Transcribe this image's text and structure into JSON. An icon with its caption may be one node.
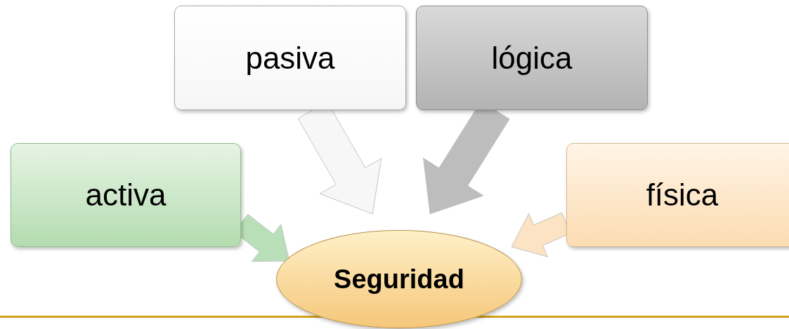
{
  "diagram": {
    "nodes": [
      {
        "text": [
          "pasiva"
        ]
      },
      {
        "text": [
          "lógica"
        ]
      },
      {
        "text": [
          "activa"
        ]
      },
      {
        "text": [
          "física"
        ]
      },
      {
        "text": [
          "Seguridad"
        ]
      }
    ],
    "edges": [
      {
        "from": 0,
        "to": 4,
        "arrow": "to",
        "style": "thick",
        "color": "#f7f7f7"
      },
      {
        "from": 1,
        "to": 4,
        "arrow": "to",
        "style": "thick",
        "color": "#bdbdbd"
      },
      {
        "from": 2,
        "to": 4,
        "arrow": "to",
        "style": "thick",
        "color": "#b9dfb9"
      },
      {
        "from": 3,
        "to": 4,
        "arrow": "to",
        "style": "thick",
        "color": "#fbe3c4"
      }
    ]
  }
}
